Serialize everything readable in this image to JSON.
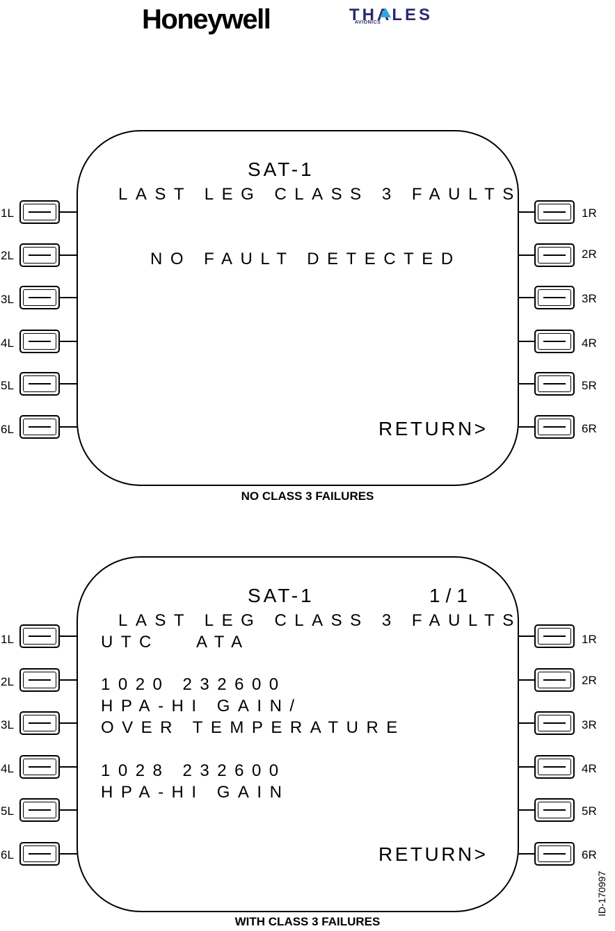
{
  "logos": {
    "honeywell": "Honeywell",
    "thales": "THALES",
    "thales_sub": "AVIONICS"
  },
  "lsk_labels": {
    "left": [
      "1L",
      "2L",
      "3L",
      "4L",
      "5L",
      "6L"
    ],
    "right": [
      "1R",
      "2R",
      "3R",
      "4R",
      "5R",
      "6R"
    ]
  },
  "panel1": {
    "title": "SAT-1",
    "subtitle": "LAST LEG CLASS 3 FAULTS",
    "message": "NO FAULT DETECTED",
    "return_label": "RETURN>",
    "caption": "NO CLASS 3 FAILURES"
  },
  "panel2": {
    "title": "SAT-1",
    "page": "1/1",
    "subtitle": "LAST LEG CLASS 3 FAULTS",
    "headers": "UTC   ATA",
    "faults": [
      {
        "entry": "1020 232600",
        "desc": [
          "HPA-HI GAIN/",
          "OVER TEMPERATURE"
        ]
      },
      {
        "entry": "1028 232600",
        "desc": [
          "HPA-HI GAIN"
        ]
      }
    ],
    "return_label": "RETURN>",
    "caption": "WITH CLASS 3 FAILURES"
  },
  "document_id": "ID-170997"
}
